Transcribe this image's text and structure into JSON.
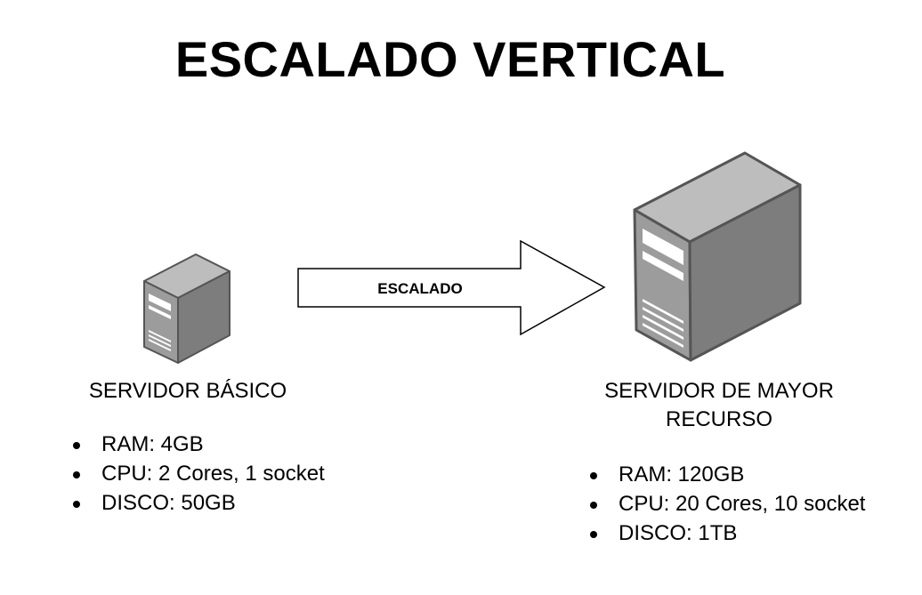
{
  "title": "ESCALADO VERTICAL",
  "arrow_label": "ESCALADO",
  "servers": {
    "basic": {
      "label": "SERVIDOR BÁSICO",
      "specs": [
        "RAM: 4GB",
        "CPU: 2 Cores, 1 socket",
        "DISCO: 50GB"
      ]
    },
    "large": {
      "label_line1": "SERVIDOR DE MAYOR",
      "label_line2": "RECURSO",
      "specs": [
        "RAM: 120GB",
        "CPU: 20 Cores, 10 socket",
        "DISCO: 1TB"
      ]
    }
  },
  "colors": {
    "server_front": "#9a9a9a",
    "server_side": "#7c7c7c",
    "server_top": "#b8b8b8",
    "server_outline": "#555555",
    "arrow_fill": "#ffffff",
    "arrow_stroke": "#000000"
  },
  "icons": [
    "server-tower-icon",
    "arrow-right-icon"
  ]
}
